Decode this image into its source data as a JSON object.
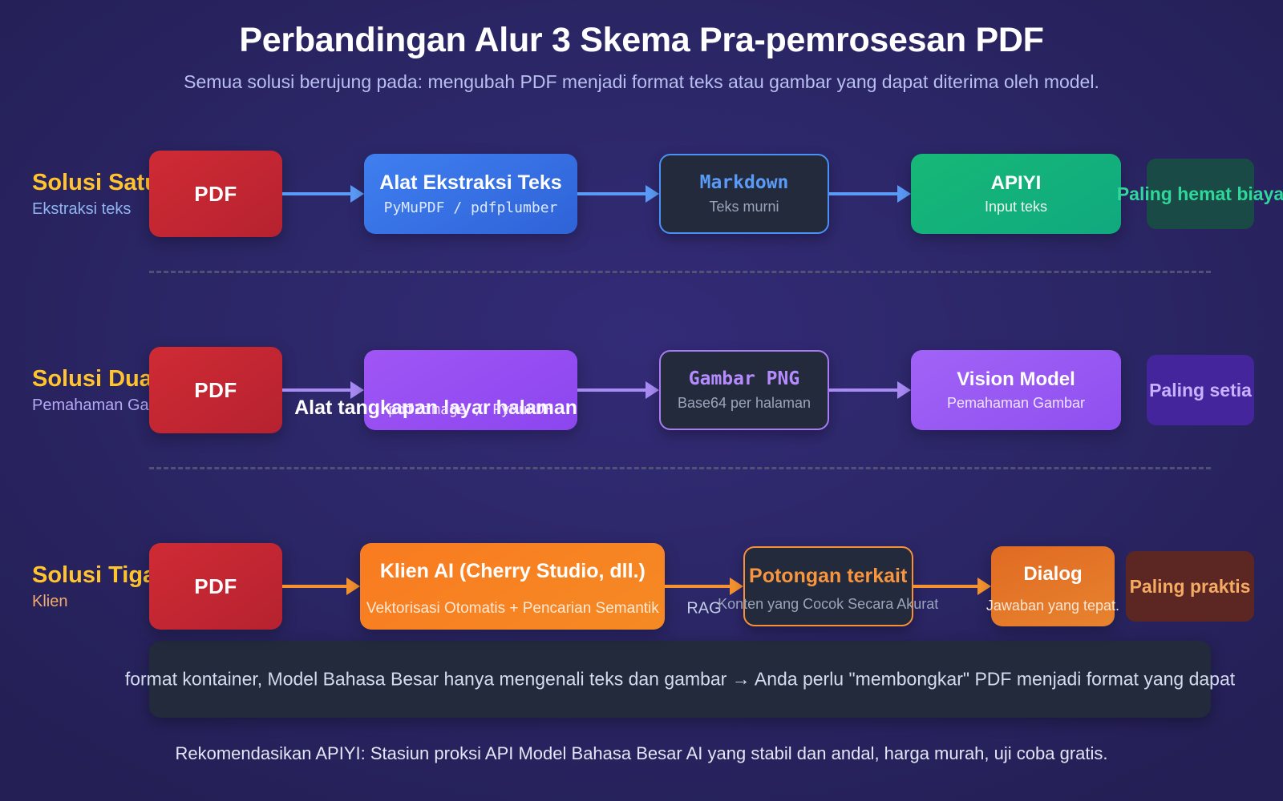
{
  "header": {
    "title": "Perbandingan Alur 3 Skema Pra-pemrosesan PDF",
    "subtitle": "Semua solusi berujung pada: mengubah PDF menjadi format teks atau gambar yang dapat diterima oleh model."
  },
  "colors": {
    "accent_yellow": "#ffc42e",
    "pdf_red": "#cf2b34",
    "blue": "#3f7ff0",
    "purple": "#a056f5",
    "orange": "#f97b20",
    "green": "#16b877",
    "dark_node": "#222a3b",
    "background": "#2c2768"
  },
  "rows": [
    {
      "label": "Solusi Satu",
      "sublabel": "Ekstraksi teks",
      "source": {
        "title": "PDF"
      },
      "tool": {
        "title": "Alat Ekstraksi Teks",
        "subtitle": "PyMuPDF / pdfplumber"
      },
      "format": {
        "title": "Markdown",
        "subtitle": "Teks murni"
      },
      "model": {
        "title": "APIYI",
        "subtitle": "Input teks"
      },
      "badge": "Paling hemat biaya",
      "arrow1_label": "",
      "arrow2_label": "",
      "arrow3_label": ""
    },
    {
      "label": "Solusi Dua",
      "sublabel": "Pemahaman Gambar",
      "source": {
        "title": "PDF"
      },
      "tool": {
        "title": "Alat tangkapan layar halaman",
        "subtitle": "pdf2image / PyMuPDF"
      },
      "format": {
        "title": "Gambar PNG",
        "subtitle": "Base64 per halaman"
      },
      "model": {
        "title": "Vision Model",
        "subtitle": "Pemahaman Gambar"
      },
      "badge": "Paling setia",
      "arrow1_label": "",
      "arrow2_label": "",
      "arrow3_label": ""
    },
    {
      "label": "Solusi Tiga",
      "sublabel": "Klien",
      "source": {
        "title": "PDF"
      },
      "tool": {
        "title": "Klien AI (Cherry Studio, dll.)",
        "subtitle": "Vektorisasi Otomatis + Pencarian Semantik"
      },
      "format": {
        "title": "Potongan terkait",
        "subtitle": "Konten yang Cocok Secara Akurat"
      },
      "model": {
        "title": "Dialog",
        "subtitle": "Jawaban yang tepat."
      },
      "badge": "Paling praktis",
      "arrow1_label": "",
      "arrow2_label": "RAG",
      "arrow3_label": ""
    }
  ],
  "note": "format kontainer, Model Bahasa Besar hanya mengenali teks dan gambar → Anda perlu \"membongkar\" PDF menjadi format yang dapat",
  "footer": "Rekomendasikan APIYI: Stasiun proksi API Model Bahasa Besar AI yang stabil dan andal, harga murah, uji coba gratis."
}
